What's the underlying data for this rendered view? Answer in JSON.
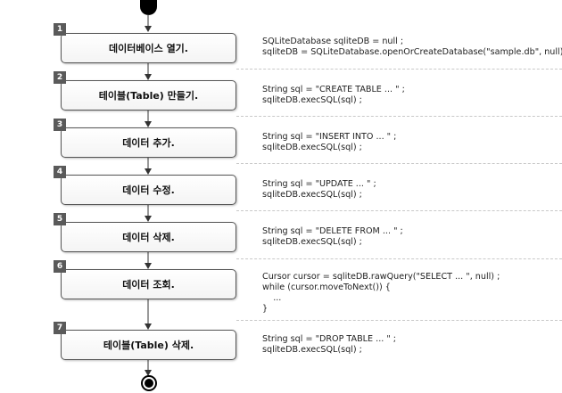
{
  "steps": [
    {
      "num": "1",
      "label": "데이터베이스 열기.",
      "code": [
        "SQLiteDatabase sqliteDB = null ;",
        "sqliteDB = SQLiteDatabase.openOrCreateDatabase(\"sample.db\", null) ;"
      ]
    },
    {
      "num": "2",
      "label": "테이블(Table) 만들기.",
      "code": [
        "String sql = \"CREATE TABLE ... \" ;",
        "sqliteDB.execSQL(sql) ;"
      ]
    },
    {
      "num": "3",
      "label": "데이터 추가.",
      "code": [
        "String sql = \"INSERT INTO ... \" ;",
        "sqliteDB.execSQL(sql) ;"
      ]
    },
    {
      "num": "4",
      "label": "데이터 수정.",
      "code": [
        "String sql = \"UPDATE ... \" ;",
        "sqliteDB.execSQL(sql) ;"
      ]
    },
    {
      "num": "5",
      "label": "데이터 삭제.",
      "code": [
        "String sql = \"DELETE FROM ... \" ;",
        "sqliteDB.execSQL(sql) ;"
      ]
    },
    {
      "num": "6",
      "label": "데이터 조회.",
      "code": [
        "Cursor cursor = sqliteDB.rawQuery(\"SELECT ... \", null) ;",
        "while (cursor.moveToNext()) {",
        "    ...",
        "}"
      ]
    },
    {
      "num": "7",
      "label": "테이블(Table) 삭제.",
      "code": [
        "String sql = \"DROP TABLE ... \" ;",
        "sqliteDB.execSQL(sql) ;"
      ]
    }
  ],
  "colors": {
    "node": "#000000",
    "box_border": "#555555",
    "badge": "#5a5a5a",
    "divider": "#c8c8c8"
  }
}
